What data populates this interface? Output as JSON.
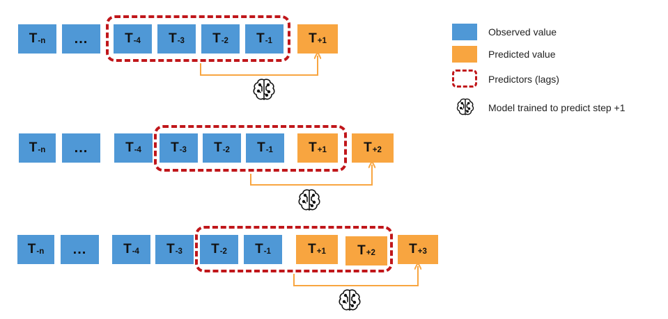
{
  "rows": [
    {
      "boxes": [
        {
          "type": "observed",
          "main": "T",
          "sub": "-n"
        },
        {
          "type": "observed",
          "main": "...",
          "sub": ""
        },
        {
          "type": "observed",
          "main": "T",
          "sub": "-4"
        },
        {
          "type": "observed",
          "main": "T",
          "sub": "-3"
        },
        {
          "type": "observed",
          "main": "T",
          "sub": "-2"
        },
        {
          "type": "observed",
          "main": "T",
          "sub": "-1"
        },
        {
          "type": "predicted",
          "main": "T",
          "sub": "+1"
        }
      ]
    },
    {
      "boxes": [
        {
          "type": "observed",
          "main": "T",
          "sub": "-n"
        },
        {
          "type": "observed",
          "main": "...",
          "sub": ""
        },
        {
          "type": "observed",
          "main": "T",
          "sub": "-4"
        },
        {
          "type": "observed",
          "main": "T",
          "sub": "-3"
        },
        {
          "type": "observed",
          "main": "T",
          "sub": "-2"
        },
        {
          "type": "observed",
          "main": "T",
          "sub": "-1"
        },
        {
          "type": "predicted",
          "main": "T",
          "sub": "+1"
        },
        {
          "type": "predicted",
          "main": "T",
          "sub": "+2"
        }
      ]
    },
    {
      "boxes": [
        {
          "type": "observed",
          "main": "T",
          "sub": "-n"
        },
        {
          "type": "observed",
          "main": "...",
          "sub": ""
        },
        {
          "type": "observed",
          "main": "T",
          "sub": "-4"
        },
        {
          "type": "observed",
          "main": "T",
          "sub": "-3"
        },
        {
          "type": "observed",
          "main": "T",
          "sub": "-2"
        },
        {
          "type": "observed",
          "main": "T",
          "sub": "-1"
        },
        {
          "type": "predicted",
          "main": "T",
          "sub": "+1"
        },
        {
          "type": "predicted",
          "main": "T",
          "sub": "+2"
        },
        {
          "type": "predicted",
          "main": "T",
          "sub": "+3"
        }
      ]
    }
  ],
  "legend": {
    "observed": "Observed value",
    "predicted": "Predicted value",
    "predictors": "Predictors (lags)",
    "model": "Model trained to predict step +1"
  },
  "icons": {
    "model": "brain-circuit-icon"
  },
  "colors": {
    "observed": "#4f98d6",
    "predicted": "#f8a540",
    "lag_border": "#c0161a",
    "arrow": "#f8a540"
  }
}
